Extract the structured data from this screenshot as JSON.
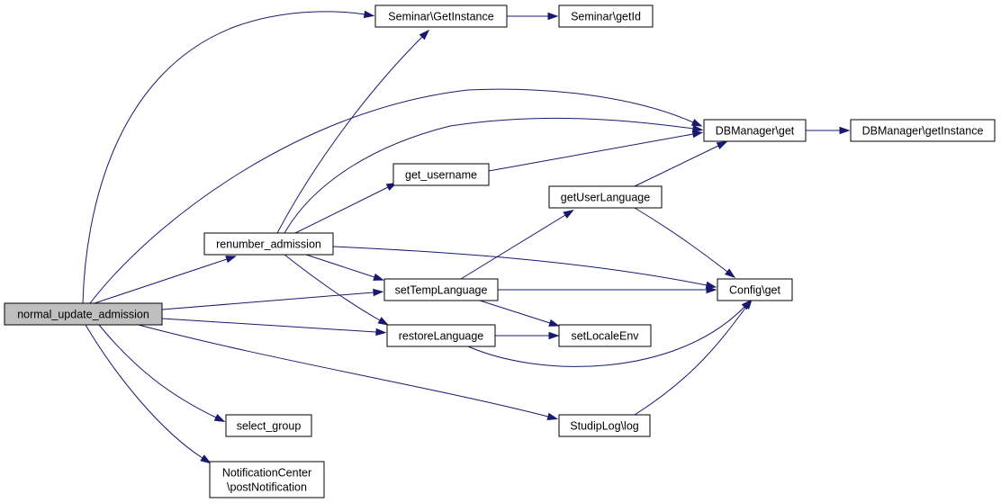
{
  "diagram": {
    "nodes": {
      "normal_update_admission": {
        "lines": [
          "normal_update_admission"
        ],
        "highlighted": true
      },
      "renumber_admission": {
        "lines": [
          "renumber_admission"
        ]
      },
      "select_group": {
        "lines": [
          "select_group"
        ]
      },
      "notification_post": {
        "lines": [
          "NotificationCenter",
          "\\postNotification"
        ]
      },
      "seminar_getinstance": {
        "lines": [
          "Seminar\\GetInstance"
        ]
      },
      "seminar_getid": {
        "lines": [
          "Seminar\\getId"
        ]
      },
      "dbmanager_get": {
        "lines": [
          "DBManager\\get"
        ]
      },
      "dbmanager_getinstance": {
        "lines": [
          "DBManager\\getInstance"
        ]
      },
      "get_username": {
        "lines": [
          "get_username"
        ]
      },
      "getuserlanguage": {
        "lines": [
          "getUserLanguage"
        ]
      },
      "settemplanguage": {
        "lines": [
          "setTempLanguage"
        ]
      },
      "restorelanguage": {
        "lines": [
          "restoreLanguage"
        ]
      },
      "setlocaleenv": {
        "lines": [
          "setLocaleEnv"
        ]
      },
      "config_get": {
        "lines": [
          "Config\\get"
        ]
      },
      "studiplog_log": {
        "lines": [
          "StudipLog\\log"
        ]
      }
    },
    "edges": [
      [
        "normal_update_admission",
        "seminar_getinstance"
      ],
      [
        "normal_update_admission",
        "dbmanager_get"
      ],
      [
        "normal_update_admission",
        "renumber_admission"
      ],
      [
        "normal_update_admission",
        "settemplanguage"
      ],
      [
        "normal_update_admission",
        "restorelanguage"
      ],
      [
        "normal_update_admission",
        "studiplog_log"
      ],
      [
        "normal_update_admission",
        "select_group"
      ],
      [
        "normal_update_admission",
        "notification_post"
      ],
      [
        "seminar_getinstance",
        "seminar_getid"
      ],
      [
        "dbmanager_get",
        "dbmanager_getinstance"
      ],
      [
        "renumber_admission",
        "seminar_getinstance"
      ],
      [
        "renumber_admission",
        "dbmanager_get"
      ],
      [
        "renumber_admission",
        "get_username"
      ],
      [
        "renumber_admission",
        "config_get"
      ],
      [
        "renumber_admission",
        "settemplanguage"
      ],
      [
        "renumber_admission",
        "restorelanguage"
      ],
      [
        "get_username",
        "dbmanager_get"
      ],
      [
        "getuserlanguage",
        "dbmanager_get"
      ],
      [
        "getuserlanguage",
        "config_get"
      ],
      [
        "settemplanguage",
        "getuserlanguage"
      ],
      [
        "settemplanguage",
        "config_get"
      ],
      [
        "settemplanguage",
        "setlocaleenv"
      ],
      [
        "restorelanguage",
        "setlocaleenv"
      ],
      [
        "restorelanguage",
        "config_get"
      ],
      [
        "studiplog_log",
        "config_get"
      ]
    ],
    "colors": {
      "edge": "#191970",
      "node_border": "#000000",
      "node_fill": "#ffffff",
      "highlight_fill": "#bfbfbf"
    }
  }
}
